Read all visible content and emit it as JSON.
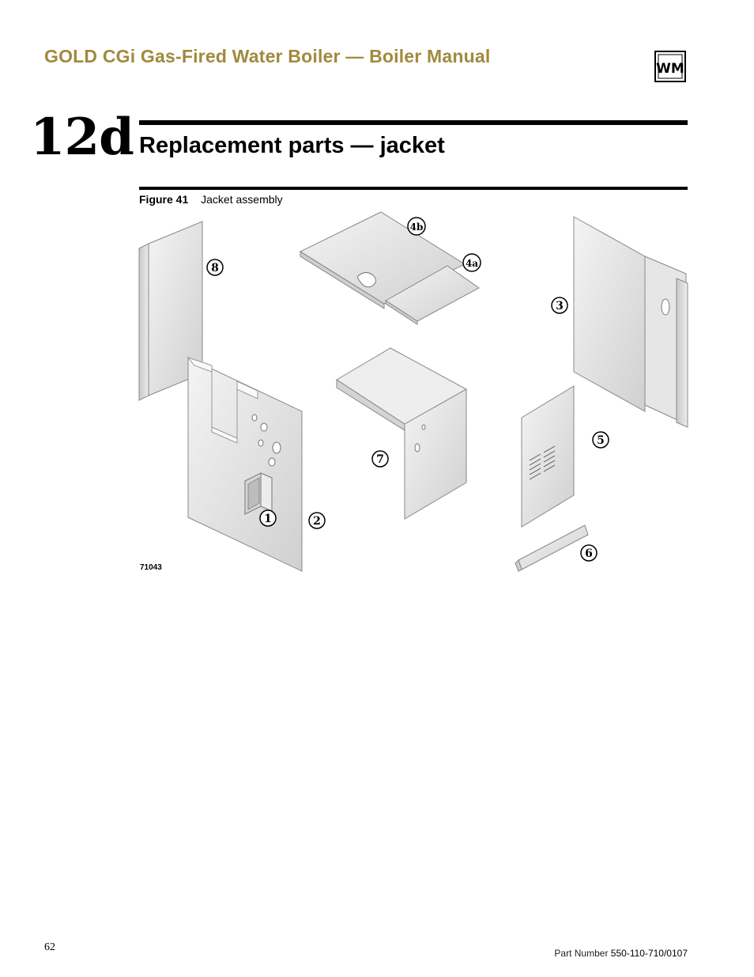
{
  "header": {
    "title": "GOLD CGi Gas-Fired Water Boiler — Boiler Manual",
    "logo_text": "WM",
    "accent_color": "#a08a3c"
  },
  "section": {
    "number": "12d",
    "title": "Replacement parts — jacket"
  },
  "figure": {
    "label": "Figure 41",
    "caption": "Jacket assembly",
    "drawing_id": "71043",
    "callouts": {
      "c1": "1",
      "c2": "2",
      "c3": "3",
      "c4a": "4a",
      "c4b": "4b",
      "c5": "5",
      "c6": "6",
      "c7": "7",
      "c8": "8"
    }
  },
  "footer": {
    "page_number": "62",
    "part_label": "Part Number",
    "part_number": "550-110-710/0107"
  }
}
